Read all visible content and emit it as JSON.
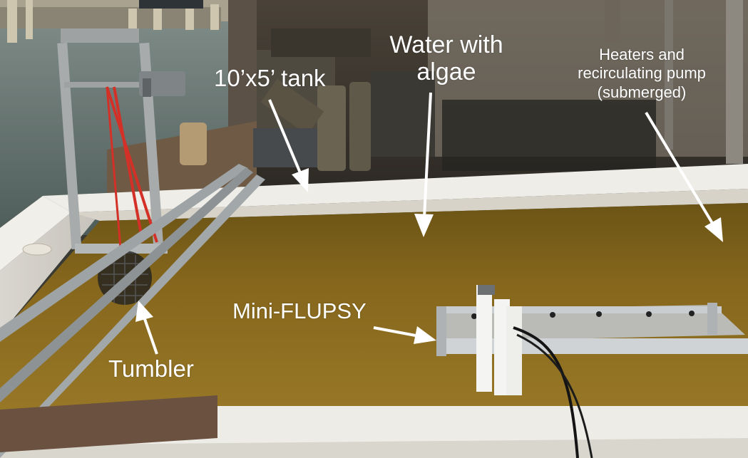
{
  "labels": {
    "tank": "10’x5’ tank",
    "water_line1": "Water with",
    "water_line2": "algae",
    "heaters_line1": "Heaters and",
    "heaters_line2": "recirculating pump",
    "heaters_line3": "(submerged)",
    "flupsy": "Mini-FLUPSY",
    "tumbler": "Tumbler"
  },
  "colors": {
    "water": "#8a6a1c",
    "tank_white": "#eceae4",
    "annotation": "#ffffff"
  }
}
